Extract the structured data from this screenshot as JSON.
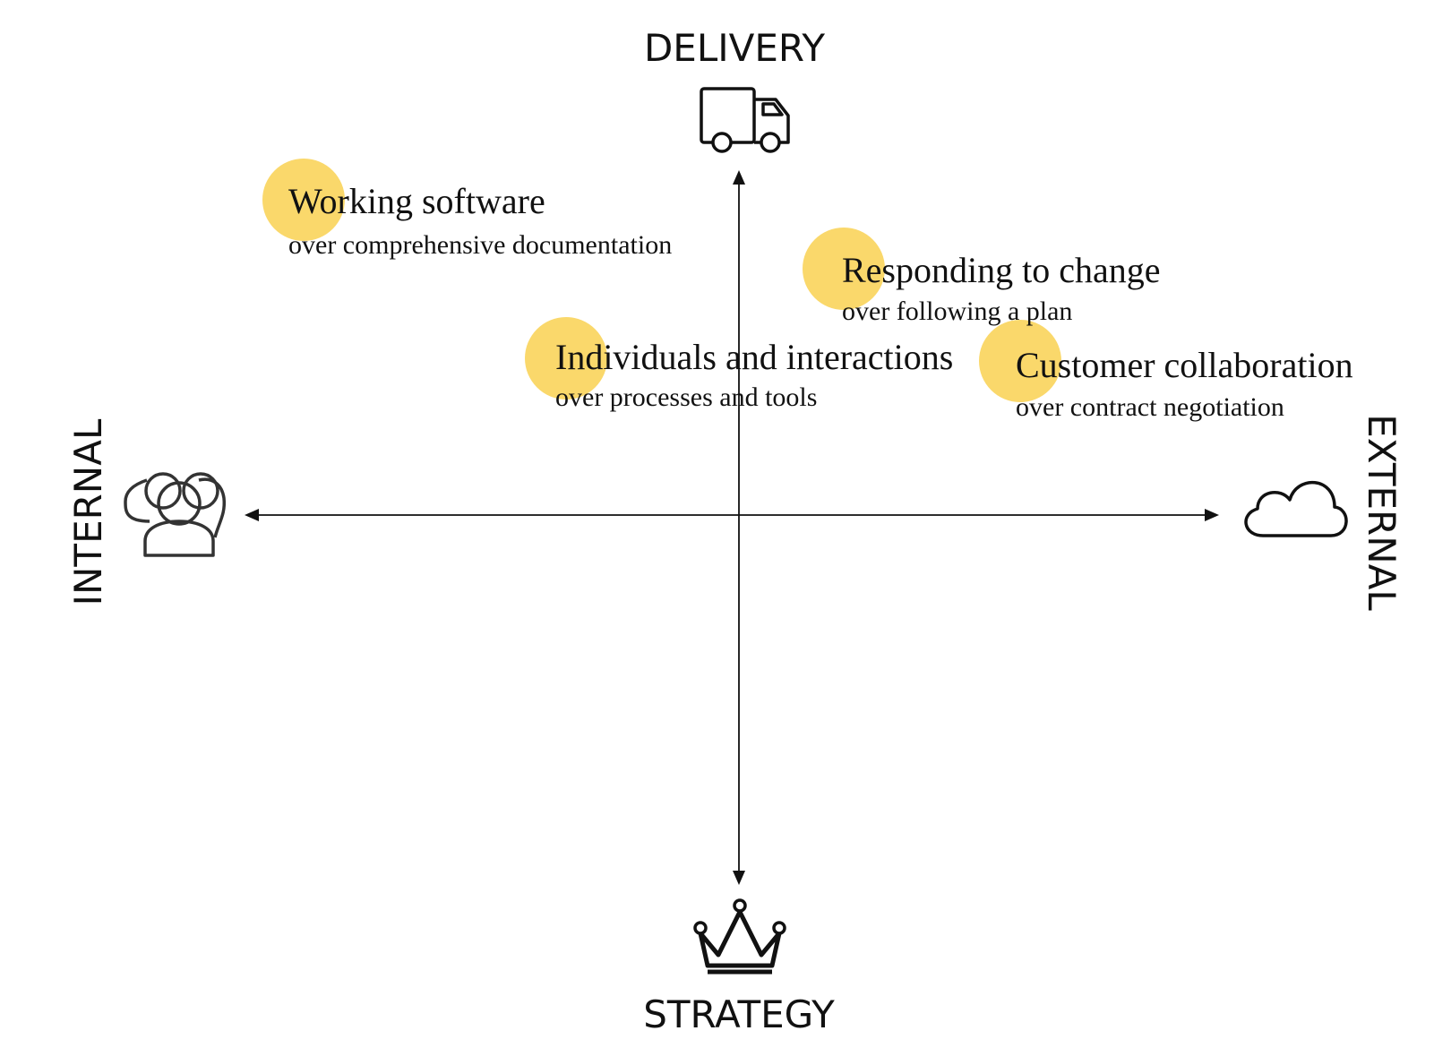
{
  "axes": {
    "top": "DELIVERY",
    "bottom": "STRATEGY",
    "left": "INTERNAL",
    "right": "EXTERNAL"
  },
  "icons": {
    "top": "truck-icon",
    "bottom": "crown-icon",
    "left": "group-icon",
    "right": "cloud-icon"
  },
  "accent_color": "#fad86b",
  "values": [
    {
      "title": "Working software",
      "subtitle": "over comprehensive documentation"
    },
    {
      "title": "Responding to change",
      "subtitle": "over following a plan"
    },
    {
      "title": "Individuals and interactions",
      "subtitle": "over processes and tools"
    },
    {
      "title": "Customer collaboration",
      "subtitle": "over contract negotiation"
    }
  ]
}
